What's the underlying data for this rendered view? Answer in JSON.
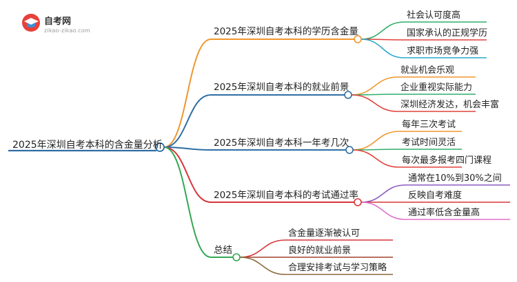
{
  "logo": {
    "name": "自考网",
    "url": "zikao-zikao.com",
    "colors": {
      "red": "#e8403a",
      "blue": "#3a8fd8"
    }
  },
  "root": {
    "label": "2025年深圳自考本科的含金量分析",
    "color": "#2e6da4"
  },
  "branches": [
    {
      "label": "2025年深圳自考本科的学历含金量",
      "color": "#f0962c",
      "leaves": [
        "社会认可度高",
        "国家承认的正规学历",
        "求职市场竞争力强"
      ],
      "leaf_colors": [
        "#2fae6a",
        "#e0413a",
        "#2aa8c8"
      ]
    },
    {
      "label": "2025年深圳自考本科的就业前景",
      "color": "#2e6da4",
      "leaves": [
        "就业机会乐观",
        "企业重视实际能力",
        "深圳经济发达，机会丰富"
      ],
      "leaf_colors": [
        "#f0962c",
        "#2fae6a",
        "#e0413a"
      ]
    },
    {
      "label": "2025年深圳自考本科一年考几次",
      "color": "#2e6da4",
      "leaves": [
        "每年三次考试",
        "考试时间灵活",
        "每次最多报考四门课程"
      ],
      "leaf_colors": [
        "#f0962c",
        "#2fae6a",
        "#e0413a"
      ]
    },
    {
      "label": "2025年深圳自考本科的考试通过率",
      "color": "#d8353a",
      "leaves": [
        "通常在10%到30%之间",
        "反映自考难度",
        "通过率低含金量高"
      ],
      "leaf_colors": [
        "#8a5cc0",
        "#d8353a",
        "#e070c8"
      ]
    },
    {
      "label": "总结",
      "color": "#33a853",
      "leaves": [
        "含金量逐渐被认可",
        "良好的就业前景",
        "合理安排考试与学习策略"
      ],
      "leaf_colors": [
        "#d8353a",
        "#a0402c",
        "#8a6a3c"
      ]
    }
  ]
}
